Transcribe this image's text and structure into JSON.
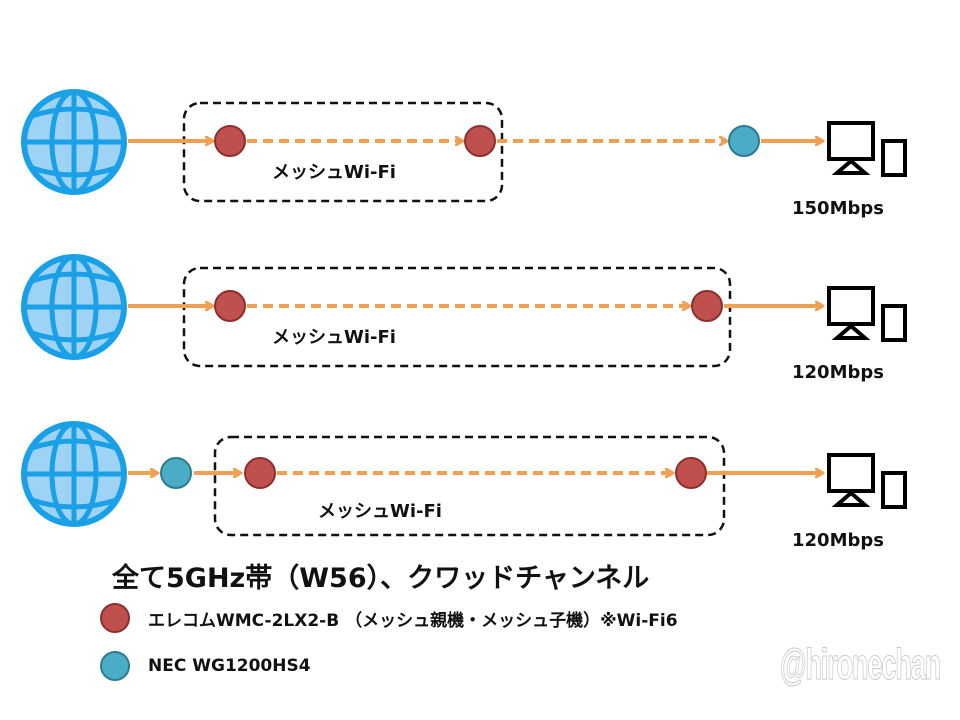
{
  "colors": {
    "globe_fill": "#9fd3f5",
    "globe_stroke": "#1aa0e6",
    "arrow": "#f0a050",
    "mesh_node_fill": "#c0504d",
    "mesh_node_stroke": "#8c2f2c",
    "nec_node_fill": "#4bacc6",
    "nec_node_stroke": "#2c7a90",
    "box_border": "#111111"
  },
  "rows": [
    {
      "mesh_label": "メッシュWi-Fi",
      "speed": "150Mbps",
      "description": "Internet → Elecom mesh parent → Elecom mesh child → NEC WG1200HS4 → devices"
    },
    {
      "mesh_label": "メッシュWi-Fi",
      "speed": "120Mbps",
      "description": "Internet → Elecom mesh parent → Elecom mesh child → devices"
    },
    {
      "mesh_label": "メッシュWi-Fi",
      "speed": "120Mbps",
      "description": "Internet → NEC WG1200HS4 → Elecom mesh parent → Elecom mesh child → devices"
    }
  ],
  "title": "全て5GHz帯（W56）、クワッドチャンネル",
  "legend": [
    {
      "label": "エレコムWMC-2LX2-B （メッシュ親機・メッシュ子機）※Wi-Fi6",
      "type": "mesh"
    },
    {
      "label": "NEC WG1200HS4",
      "type": "nec"
    }
  ],
  "watermark": "@hironechan",
  "icons": {
    "internet": "globe-icon",
    "devices": "monitor-and-phone-icon"
  }
}
